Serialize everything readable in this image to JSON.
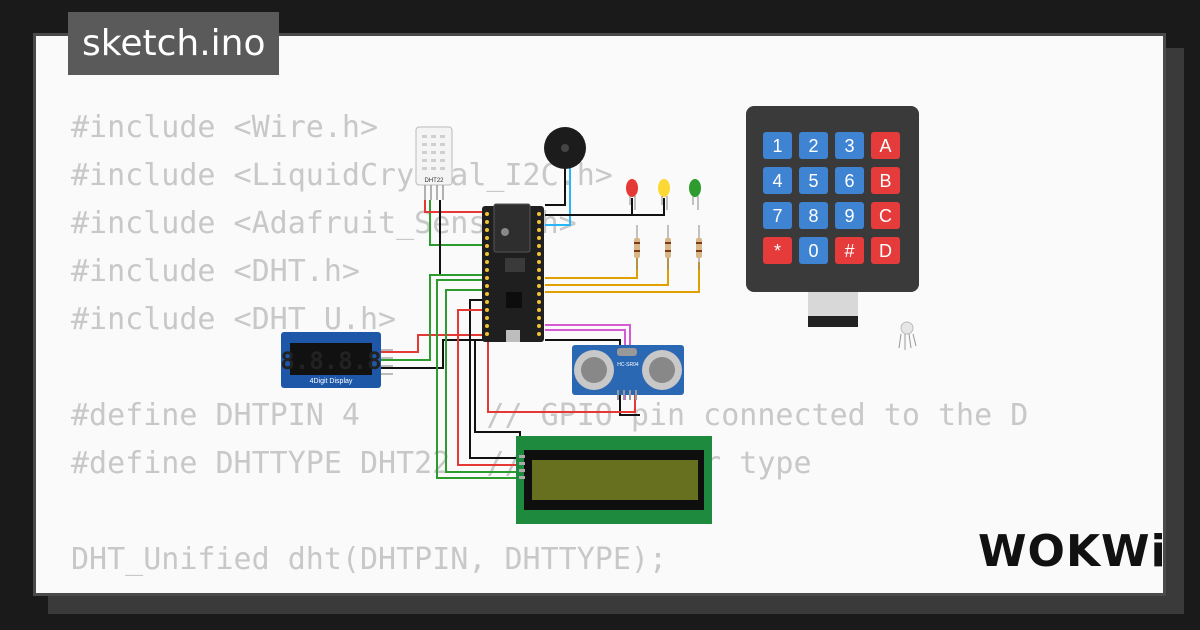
{
  "file_tab": {
    "label": "sketch.ino"
  },
  "code": {
    "lines": [
      "#include <Wire.h>",
      "#include <LiquidCrystal_I2C.h>",
      "#include <Adafruit_Sensor.h>",
      "#include <DHT.h>",
      "#include <DHT_U.h>",
      "",
      "#define DHTPIN 4       // GPIO pin connected to the D",
      "#define DHTTYPE DHT22  // DHT sensor type",
      "",
      "DHT_Unified dht(DHTPIN, DHTTYPE);"
    ]
  },
  "components": {
    "dht_label": "DHT22",
    "display_label": "4Digit Display",
    "display_digits": "8.8.8.8",
    "ultrasonic_label": "HC-SR04",
    "keypad_keys": [
      "1",
      "2",
      "3",
      "A",
      "4",
      "5",
      "6",
      "B",
      "7",
      "8",
      "9",
      "C",
      "*",
      "0",
      "#",
      "D"
    ],
    "led_colors": [
      "#e53935",
      "#fdd835",
      "#2e9b2e"
    ]
  },
  "brand": {
    "logo": "WOKWi"
  },
  "colors": {
    "background": "#1a1a1a",
    "card": "#fafafa",
    "tab": "#5a5a5a",
    "code": "#c8c8c8",
    "lcd_board": "#1d8a3e",
    "lcd_screen": "#66701f",
    "keypad_body": "#3a3a3a",
    "key_blue": "#3f84d3",
    "key_red": "#e53b3b"
  }
}
